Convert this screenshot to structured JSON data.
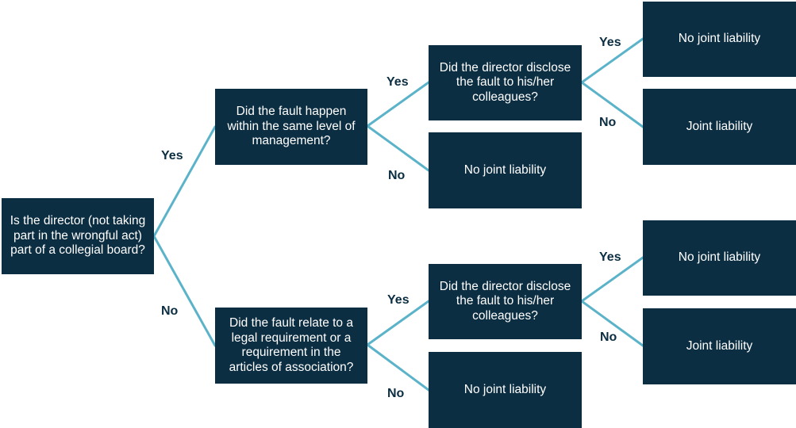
{
  "colors": {
    "node_fill": "#0c2e42",
    "node_text": "#ffffff",
    "connector": "#5bb3c9",
    "label_text": "#0c2e42"
  },
  "nodes": {
    "root": "Is the director (not taking part in the wrongful act) part of a collegial board?",
    "q_same_level": "Did the fault happen within the same level of management?",
    "q_legal_req": "Did the fault relate to a legal requirement or a requirement in the articles of association?",
    "q_disclose_top": "Did the director disclose the fault to his/her colleagues?",
    "q_disclose_bottom": "Did the director disclose the fault to his/her colleagues?",
    "out_top_no_joint": "No joint liability",
    "out_bottom_no_joint": "No joint liability",
    "out_top_yes_no_joint": "No joint liability",
    "out_top_no_joint_liab": "Joint liability",
    "out_bottom_yes_no_joint": "No joint liability",
    "out_bottom_no_joint_liab": "Joint liability"
  },
  "labels": {
    "root_yes": "Yes",
    "root_no": "No",
    "same_level_yes": "Yes",
    "same_level_no": "No",
    "legal_req_yes": "Yes",
    "legal_req_no": "No",
    "disclose_top_yes": "Yes",
    "disclose_top_no": "No",
    "disclose_bottom_yes": "Yes",
    "disclose_bottom_no": "No"
  }
}
